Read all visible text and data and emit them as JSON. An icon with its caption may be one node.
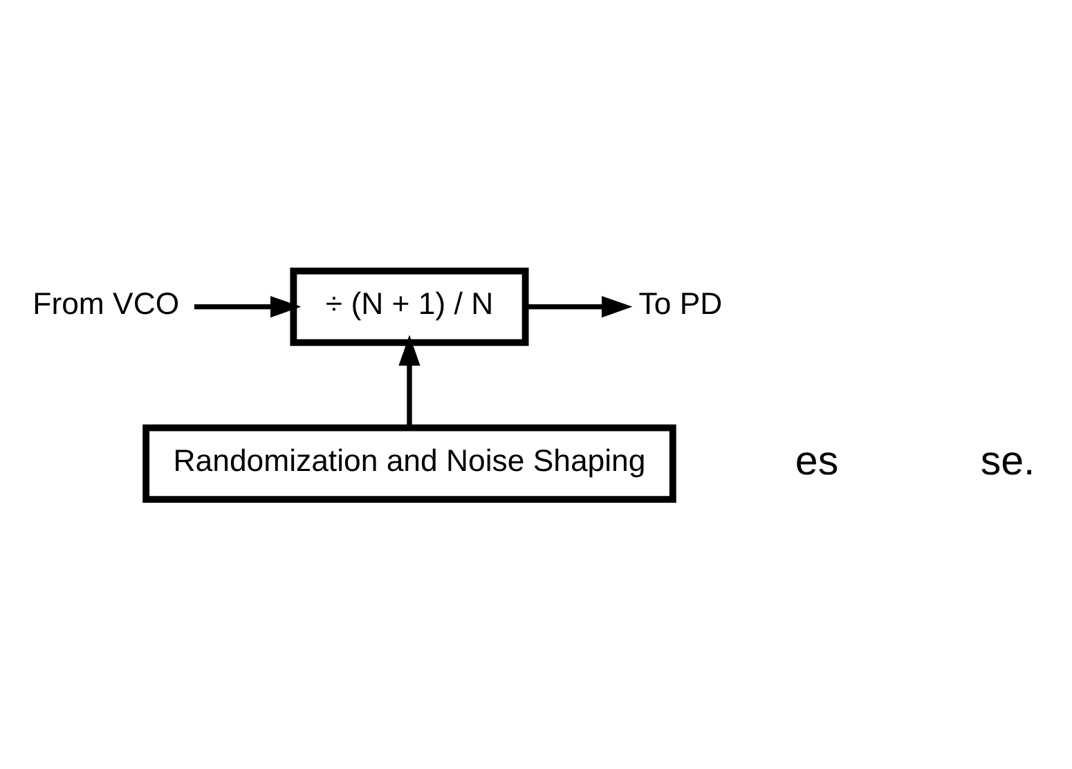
{
  "diagram": {
    "nodes": [
      {
        "text": [
          "To PD"
        ]
      },
      {
        "text": [
          "From VCO"
        ]
      },
      {
        "text": [
          "÷ (N + 1) / N"
        ]
      },
      {
        "text": [
          "Randomization and Noise Shaping"
        ]
      }
    ],
    "edges": [
      {
        "from": 1,
        "to": 2,
        "arrow": "to"
      },
      {
        "from": 2,
        "to": 0,
        "arrow": "to"
      },
      {
        "from": 3,
        "to": 2,
        "arrow": "to"
      }
    ],
    "labels": [
      "es",
      "se."
    ]
  }
}
